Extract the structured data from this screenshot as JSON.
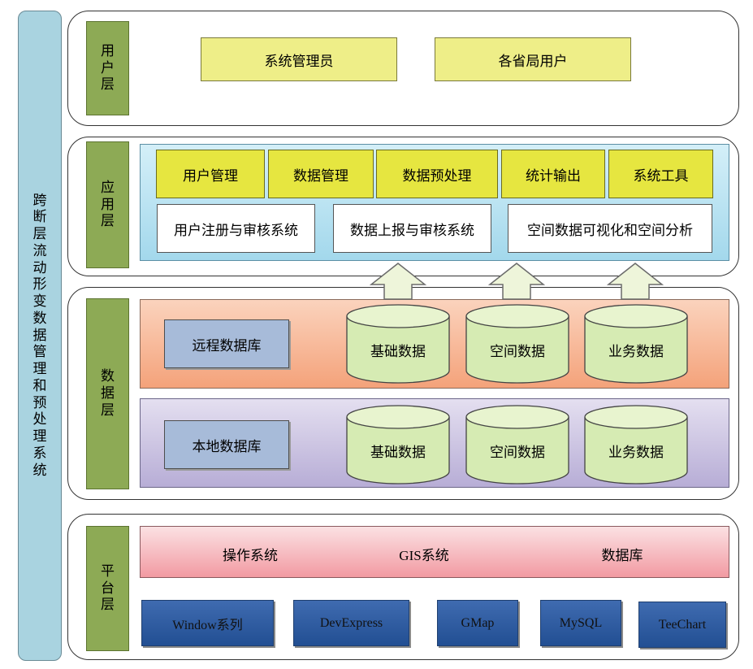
{
  "system_title": [
    "跨",
    "断",
    "层",
    "流",
    "动",
    "形",
    "变",
    "数",
    "据",
    "管",
    "理",
    "和",
    "预",
    "处",
    "理",
    "系",
    "统"
  ],
  "user_layer": {
    "label": [
      "用",
      "户",
      "层"
    ],
    "items": [
      "系统管理员",
      "各省局用户"
    ]
  },
  "app_layer": {
    "label": [
      "应",
      "用",
      "层"
    ],
    "modules": [
      "用户管理",
      "数据管理",
      "数据预处理",
      "统计输出",
      "系统工具"
    ],
    "subsystems": [
      "用户注册与审核系统",
      "数据上报与审核系统",
      "空间数据可视化和空间分析"
    ]
  },
  "data_layer": {
    "label": [
      "数",
      "据",
      "层"
    ],
    "remote": {
      "name": "远程数据库",
      "dbs": [
        "基础数据",
        "空间数据",
        "业务数据"
      ]
    },
    "local": {
      "name": "本地数据库",
      "dbs": [
        "基础数据",
        "空间数据",
        "业务数据"
      ]
    }
  },
  "platform_layer": {
    "label": [
      "平",
      "台",
      "层"
    ],
    "systems": [
      "操作系统",
      "GIS系统",
      "数据库"
    ],
    "tools": [
      "Window系列",
      "DevExpress",
      "GMap",
      "MySQL",
      "TeeChart"
    ]
  },
  "colors": {
    "side": "#a9d3e0",
    "layer_label": "#8daa55",
    "user_item": "#eeee88",
    "module": "#e6e640",
    "app_bg": "#b9e3f2",
    "remote_bg": "#f7ac84",
    "local_bg": "#c4bcde",
    "cylinder": "#d6ebb3",
    "platform_bg": "#f3a0a8",
    "tool": "#2f5ea6"
  }
}
